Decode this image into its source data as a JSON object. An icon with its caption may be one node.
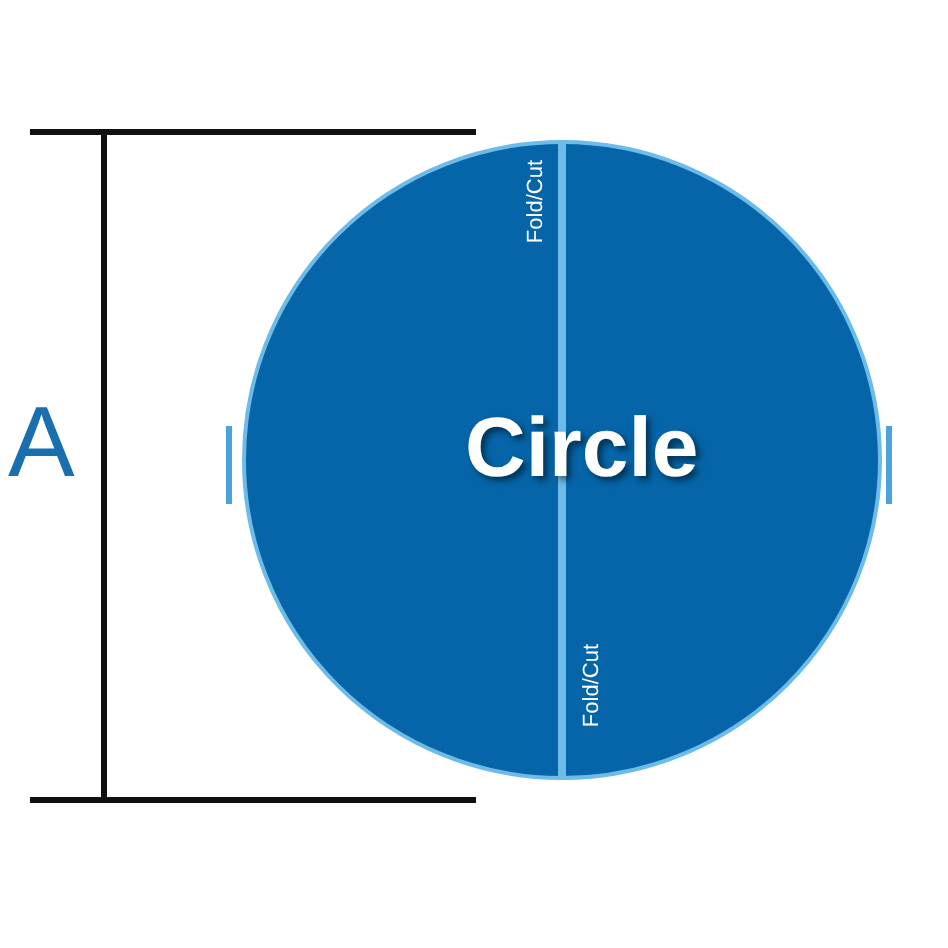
{
  "diagram": {
    "nodes": [
      {
        "text": [
          "Circle"
        ]
      }
    ],
    "edges": [],
    "labels": [
      "A",
      "Fold/Cut",
      "Fold/Cut"
    ]
  }
}
